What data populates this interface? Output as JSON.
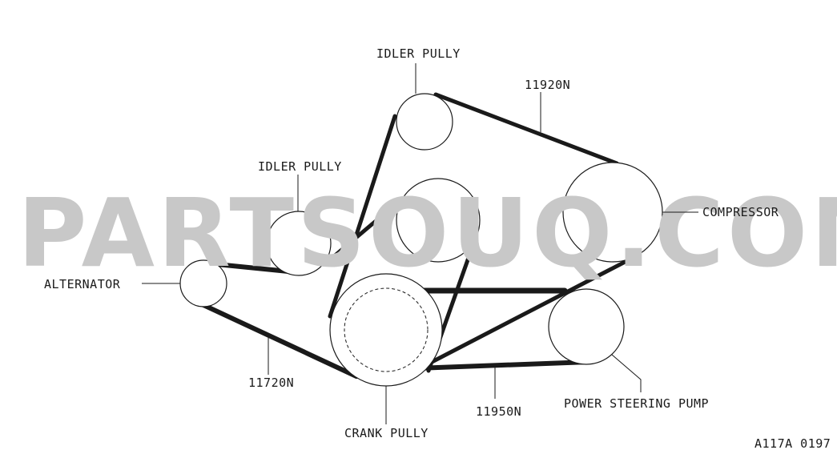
{
  "watermark": "PARTSOUQ.COM",
  "labels": {
    "idler_pulley_top": "IDLER PULLY",
    "idler_pulley_mid": "IDLER PULLY",
    "compressor": "COMPRESSOR",
    "alternator": "ALTERNATOR",
    "crank_pulley": "CRANK PULLY",
    "power_steering_pump": "POWER STEERING PUMP",
    "belt_11920N": "11920N",
    "belt_11720N": "11720N",
    "belt_11950N": "11950N",
    "figure_code": "A117A 0197"
  },
  "colors": {
    "line": "#1a1a1a",
    "watermark": "#c8c8c8",
    "background": "#ffffff"
  }
}
